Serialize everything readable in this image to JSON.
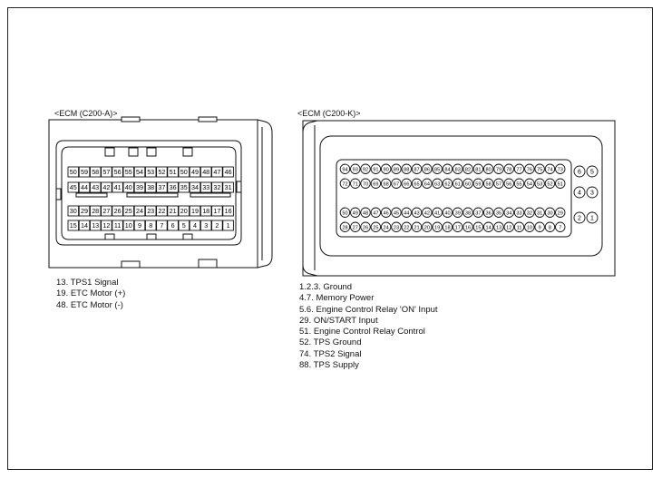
{
  "connectors": {
    "a": {
      "title": "<ECM (C200-A)>",
      "rows": [
        [
          "50",
          "59",
          "58",
          "57",
          "56",
          "55",
          "54",
          "53",
          "52",
          "51",
          "50",
          "49",
          "48",
          "47",
          "46"
        ],
        [
          "45",
          "44",
          "43",
          "42",
          "41",
          "40",
          "39",
          "38",
          "37",
          "36",
          "35",
          "34",
          "33",
          "32",
          "31"
        ],
        [
          "30",
          "29",
          "28",
          "27",
          "26",
          "25",
          "24",
          "23",
          "22",
          "21",
          "20",
          "19",
          "18",
          "17",
          "16"
        ],
        [
          "15",
          "14",
          "13",
          "12",
          "11",
          "10",
          "9",
          "8",
          "7",
          "6",
          "5",
          "4",
          "3",
          "2",
          "1"
        ]
      ],
      "legend": [
        "13. TPS1 Signal",
        "19. ETC Motor (+)",
        "48. ETC Motor (-)"
      ]
    },
    "k": {
      "title": "<ECM (C200-K)>",
      "rows": [
        [
          "94",
          "93",
          "92",
          "91",
          "90",
          "89",
          "88",
          "87",
          "86",
          "85",
          "84",
          "83",
          "82",
          "81",
          "80",
          "79",
          "78",
          "77",
          "76",
          "75",
          "74",
          "73"
        ],
        [
          "72",
          "71",
          "70",
          "69",
          "68",
          "67",
          "66",
          "65",
          "64",
          "63",
          "62",
          "61",
          "60",
          "59",
          "58",
          "57",
          "56",
          "55",
          "54",
          "53",
          "52",
          "51"
        ],
        [
          "50",
          "49",
          "48",
          "47",
          "46",
          "45",
          "44",
          "43",
          "42",
          "41",
          "40",
          "39",
          "38",
          "37",
          "36",
          "35",
          "34",
          "33",
          "32",
          "31",
          "30",
          "29"
        ],
        [
          "28",
          "27",
          "26",
          "25",
          "24",
          "23",
          "22",
          "21",
          "20",
          "19",
          "18",
          "17",
          "16",
          "15",
          "14",
          "13",
          "12",
          "11",
          "10",
          "9",
          "8",
          "7"
        ]
      ],
      "side_pins": [
        [
          "6",
          "5"
        ],
        [
          "4",
          "3"
        ],
        [
          "2",
          "1"
        ]
      ],
      "legend": [
        "1.2.3. Ground",
        "4.7. Memory Power",
        "5.6. Engine Control Relay 'ON' Input",
        "29. ON/START Input",
        "51. Engine Control Relay Control",
        "52. TPS Ground",
        "74. TPS2 Signal",
        "88. TPS Supply"
      ]
    }
  }
}
